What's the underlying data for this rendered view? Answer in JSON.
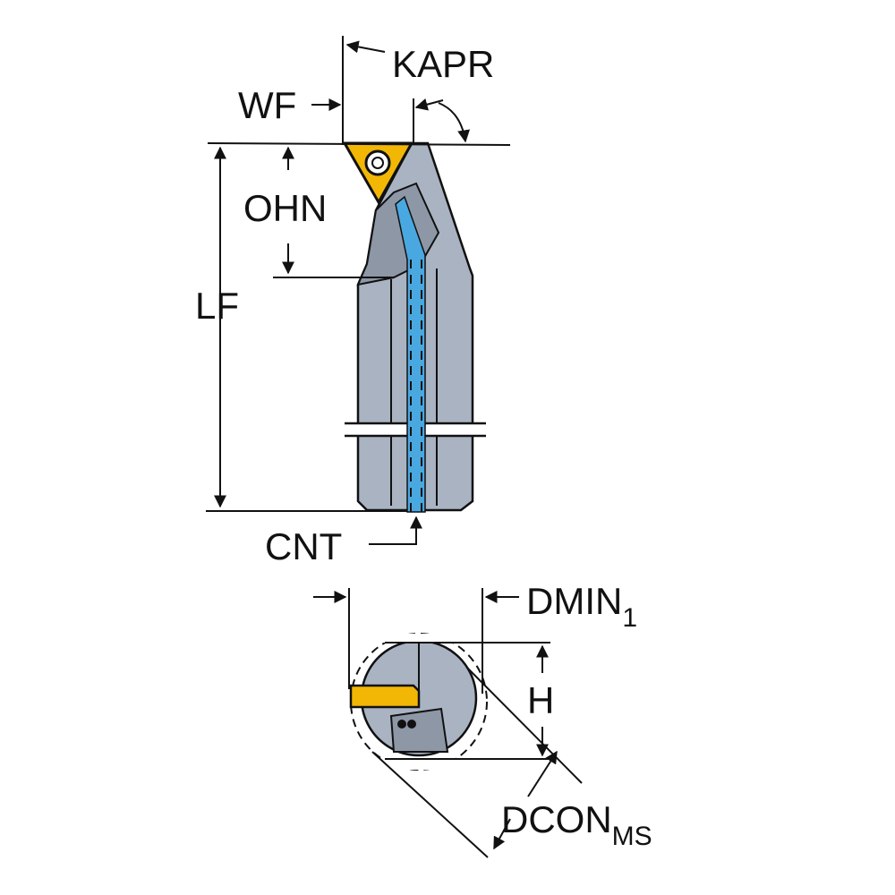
{
  "labels": {
    "kapr": "KAPR",
    "wf": "WF",
    "ohn": "OHN",
    "lf": "LF",
    "cnt": "CNT",
    "dmin": "DMIN",
    "dmin_sub": "1",
    "h": "H",
    "dcon": "DCON",
    "dcon_sub": "MS"
  },
  "colors": {
    "body": "#a9b3c2",
    "body_dark": "#8d97a6",
    "insert": "#f2b705",
    "coolant": "#4aa8e0",
    "line": "#111111"
  }
}
